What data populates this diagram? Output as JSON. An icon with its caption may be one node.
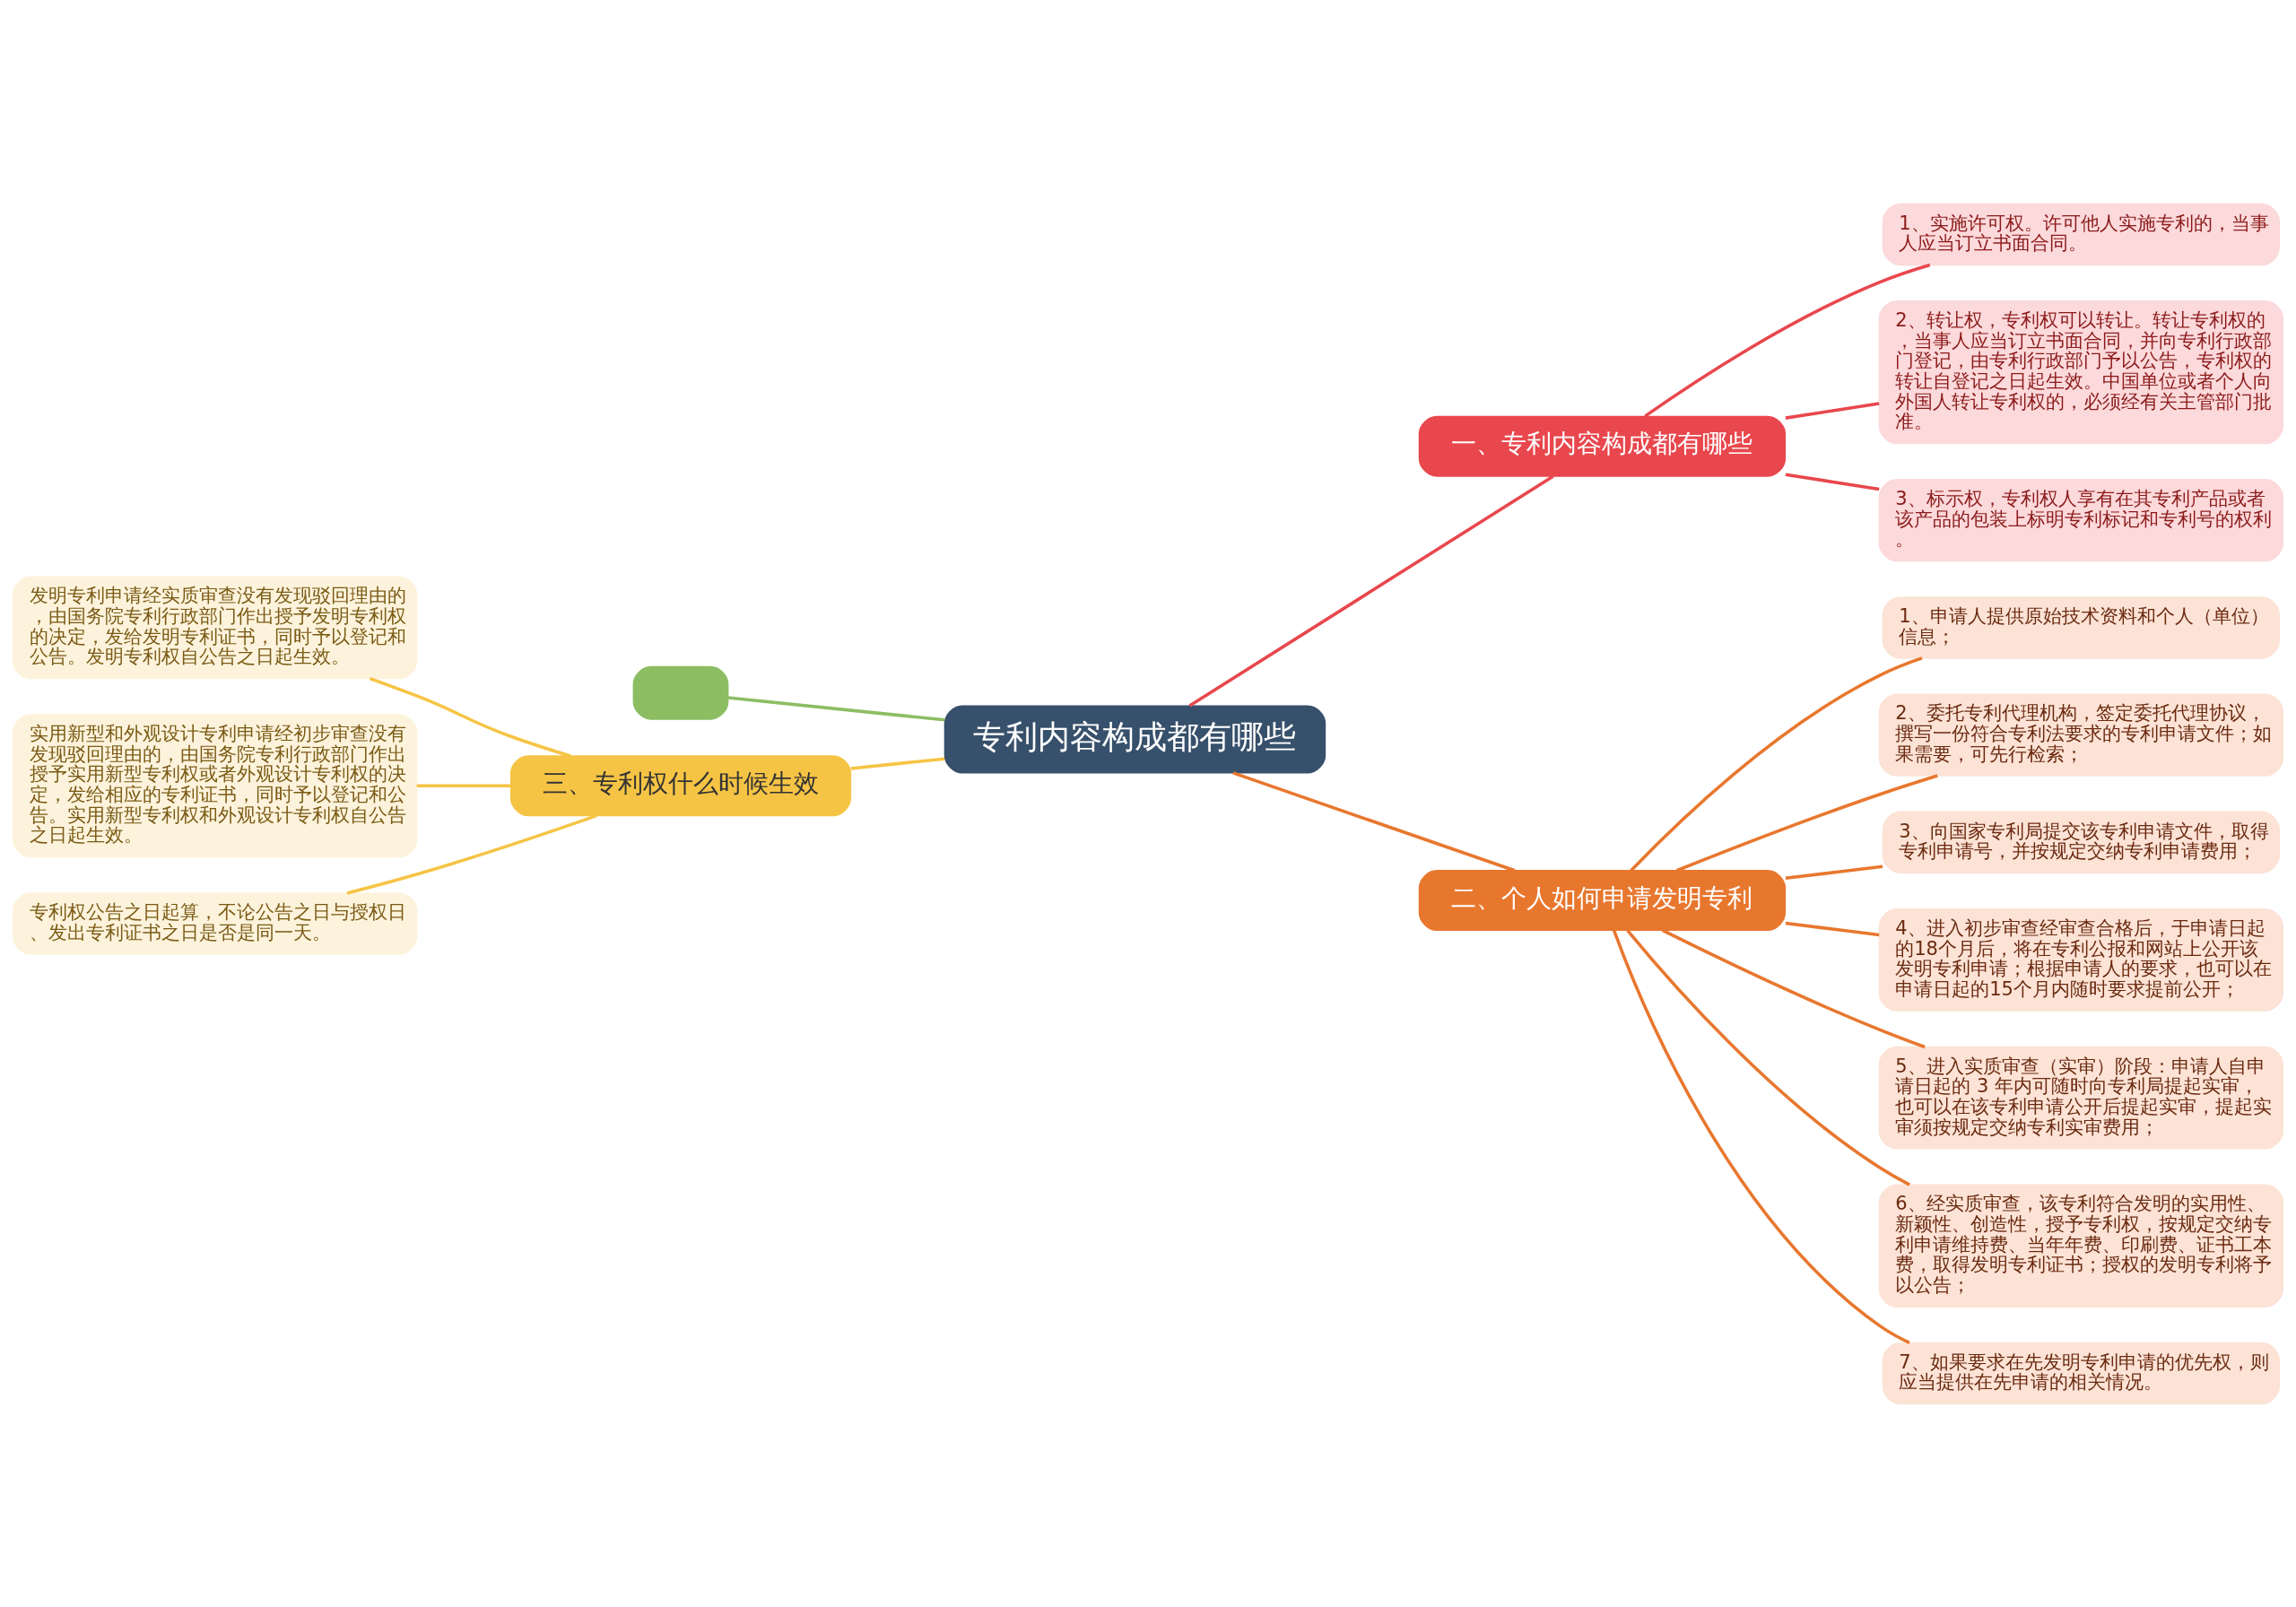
{
  "diagram": {
    "nodes": [
      {
        "text": [
          "专利内容构成都有哪些"
        ]
      },
      {
        "text": [
          "一、专利内容构成都有哪些"
        ]
      },
      {
        "text": [
          "1、实施许可权。许可他人实施专利的，当事人应当订立书面合同。"
        ]
      },
      {
        "text": [
          "2、转让权，专利权可以转让。转让专利权的，当事人应当订立书面合同，并向专利行政部门登记，由专利行政部门予以公告，专利权的转让自登记之日起生效。中国单位或者个人向外国人转让专利权的，必须经有关主管部门批准。"
        ]
      },
      {
        "text": [
          "3、标示权，专利权人享有在其专利产品或者该产品的包装上标明专利标记和专利号的权利。"
        ]
      },
      {
        "text": [
          "二、个人如何申请发明专利"
        ]
      },
      {
        "text": [
          "1、申请人提供原始技术资料和个人（单位）信息；"
        ]
      },
      {
        "text": [
          "2、委托专利代理机构，签定委托代理协议，撰写一份符合专利法要求的专利申请文件；如果需要，可先行检索；"
        ]
      },
      {
        "text": [
          "3、向国家专利局提交该专利申请文件，取得专利申请号，并按规定交纳专利申请费用；"
        ]
      },
      {
        "text": [
          "4、进入初步审查经审查合格后，于申请日起的18个月后，将在专利公报和网站上公开该发明专利申请；根据申请人的要求，也可以在申请日起的15个月内随时要求提前公开；"
        ]
      },
      {
        "text": [
          "5、进入实质审查（实审）阶段：申请人自申请日起的 3 年内可随时向专利局提起实审，也可以在该专利申请公开后提起实审，提起实审须按规定交纳专利实审费用；"
        ]
      },
      {
        "text": [
          "6、经实质审查，该专利符合发明的实用性、新颖性、创造性，授予专利权，按规定交纳专利申请维持费、当年年费、印刷费、证书工本费，取得发明专利证书；授权的发明专利将予以公告；"
        ]
      },
      {
        "text": [
          "7、如果要求在先发明专利申请的优先权，则应当提供在先申请的相关情况。"
        ]
      },
      {
        "text": [],
        "shape": "box"
      },
      {
        "text": [
          "三、专利权什么时候生效"
        ]
      },
      {
        "text": [
          "发明专利申请经实质审查没有发现驳回理由的，由国务院专利行政部门作出授予发明专利权的决定，发给发明专利证书，同时予以登记和公告。发明专利权自公告之日起生效。"
        ]
      },
      {
        "text": [
          "实用新型和外观设计专利申请经初步审查没有发现驳回理由的，由国务院专利行政部门作出授予实用新型专利权或者外观设计专利权的决定，发给相应的专利证书，同时予以登记和公告。实用新型专利权和外观设计专利权自公告之日起生效。"
        ]
      },
      {
        "text": [
          "专利权公告之日起算，不论公告之日与授权日、发出专利证书之日是否是同一天。"
        ]
      }
    ],
    "edges": [
      {
        "from": 0,
        "to": 1,
        "arrow": "none",
        "color": "#e8474d"
      },
      {
        "from": 1,
        "to": 2,
        "arrow": "none",
        "color": "#e8474d"
      },
      {
        "from": 1,
        "to": 3,
        "arrow": "none",
        "color": "#e8474d"
      },
      {
        "from": 1,
        "to": 4,
        "arrow": "none",
        "color": "#e8474d"
      },
      {
        "from": 0,
        "to": 5,
        "arrow": "none",
        "color": "#e8772e"
      },
      {
        "from": 5,
        "to": 6,
        "arrow": "none",
        "color": "#e8772e"
      },
      {
        "from": 5,
        "to": 7,
        "arrow": "none",
        "color": "#e8772e"
      },
      {
        "from": 5,
        "to": 8,
        "arrow": "none",
        "color": "#e8772e"
      },
      {
        "from": 5,
        "to": 9,
        "arrow": "none",
        "color": "#e8772e"
      },
      {
        "from": 5,
        "to": 10,
        "arrow": "none",
        "color": "#e8772e"
      },
      {
        "from": 5,
        "to": 11,
        "arrow": "none",
        "color": "#e8772e"
      },
      {
        "from": 5,
        "to": 12,
        "arrow": "none",
        "color": "#e8772e"
      },
      {
        "from": 0,
        "to": 13,
        "arrow": "none",
        "color": "#8cbd63"
      },
      {
        "from": 0,
        "to": 14,
        "arrow": "none",
        "color": "#f6c445"
      },
      {
        "from": 14,
        "to": 15,
        "arrow": "none",
        "color": "#f6c445"
      },
      {
        "from": 14,
        "to": 16,
        "arrow": "none",
        "color": "#f6c445"
      },
      {
        "from": 14,
        "to": 17,
        "arrow": "none",
        "color": "#f6c445"
      }
    ]
  }
}
